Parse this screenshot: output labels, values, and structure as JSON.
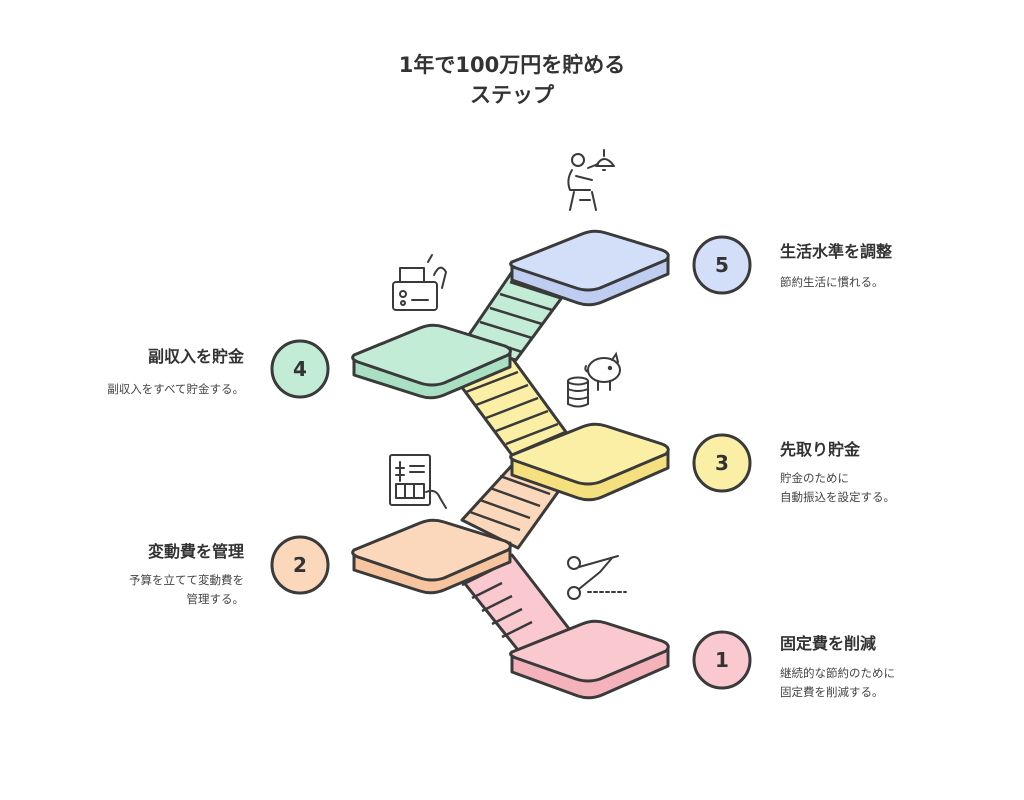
{
  "title": {
    "line1": "1年で100万円を貯める",
    "line2": "ステップ"
  },
  "steps": [
    {
      "number": "1",
      "title": "固定費を削減",
      "desc": [
        "継続的な節約のために",
        "固定費を削減する。"
      ],
      "color": "#f9c9cf",
      "icon": "scissors-icon"
    },
    {
      "number": "2",
      "title": "変動費を管理",
      "desc": [
        "予算を立てて変動費を",
        "管理する。"
      ],
      "color": "#fbd8bc",
      "icon": "budget-document-icon"
    },
    {
      "number": "3",
      "title": "先取り貯金",
      "desc": [
        "貯金のために",
        "自動振込を設定する。"
      ],
      "color": "#fbefa6",
      "icon": "piggy-bank-coins-icon"
    },
    {
      "number": "4",
      "title": "副収入を貯金",
      "desc": [
        "副収入をすべて貯金する。"
      ],
      "color": "#c2ecd6",
      "icon": "side-job-computer-icon"
    },
    {
      "number": "5",
      "title": "生活水準を調整",
      "desc": [
        "節約生活に慣れる。"
      ],
      "color": "#d3def8",
      "icon": "frugal-living-person-icon"
    }
  ]
}
